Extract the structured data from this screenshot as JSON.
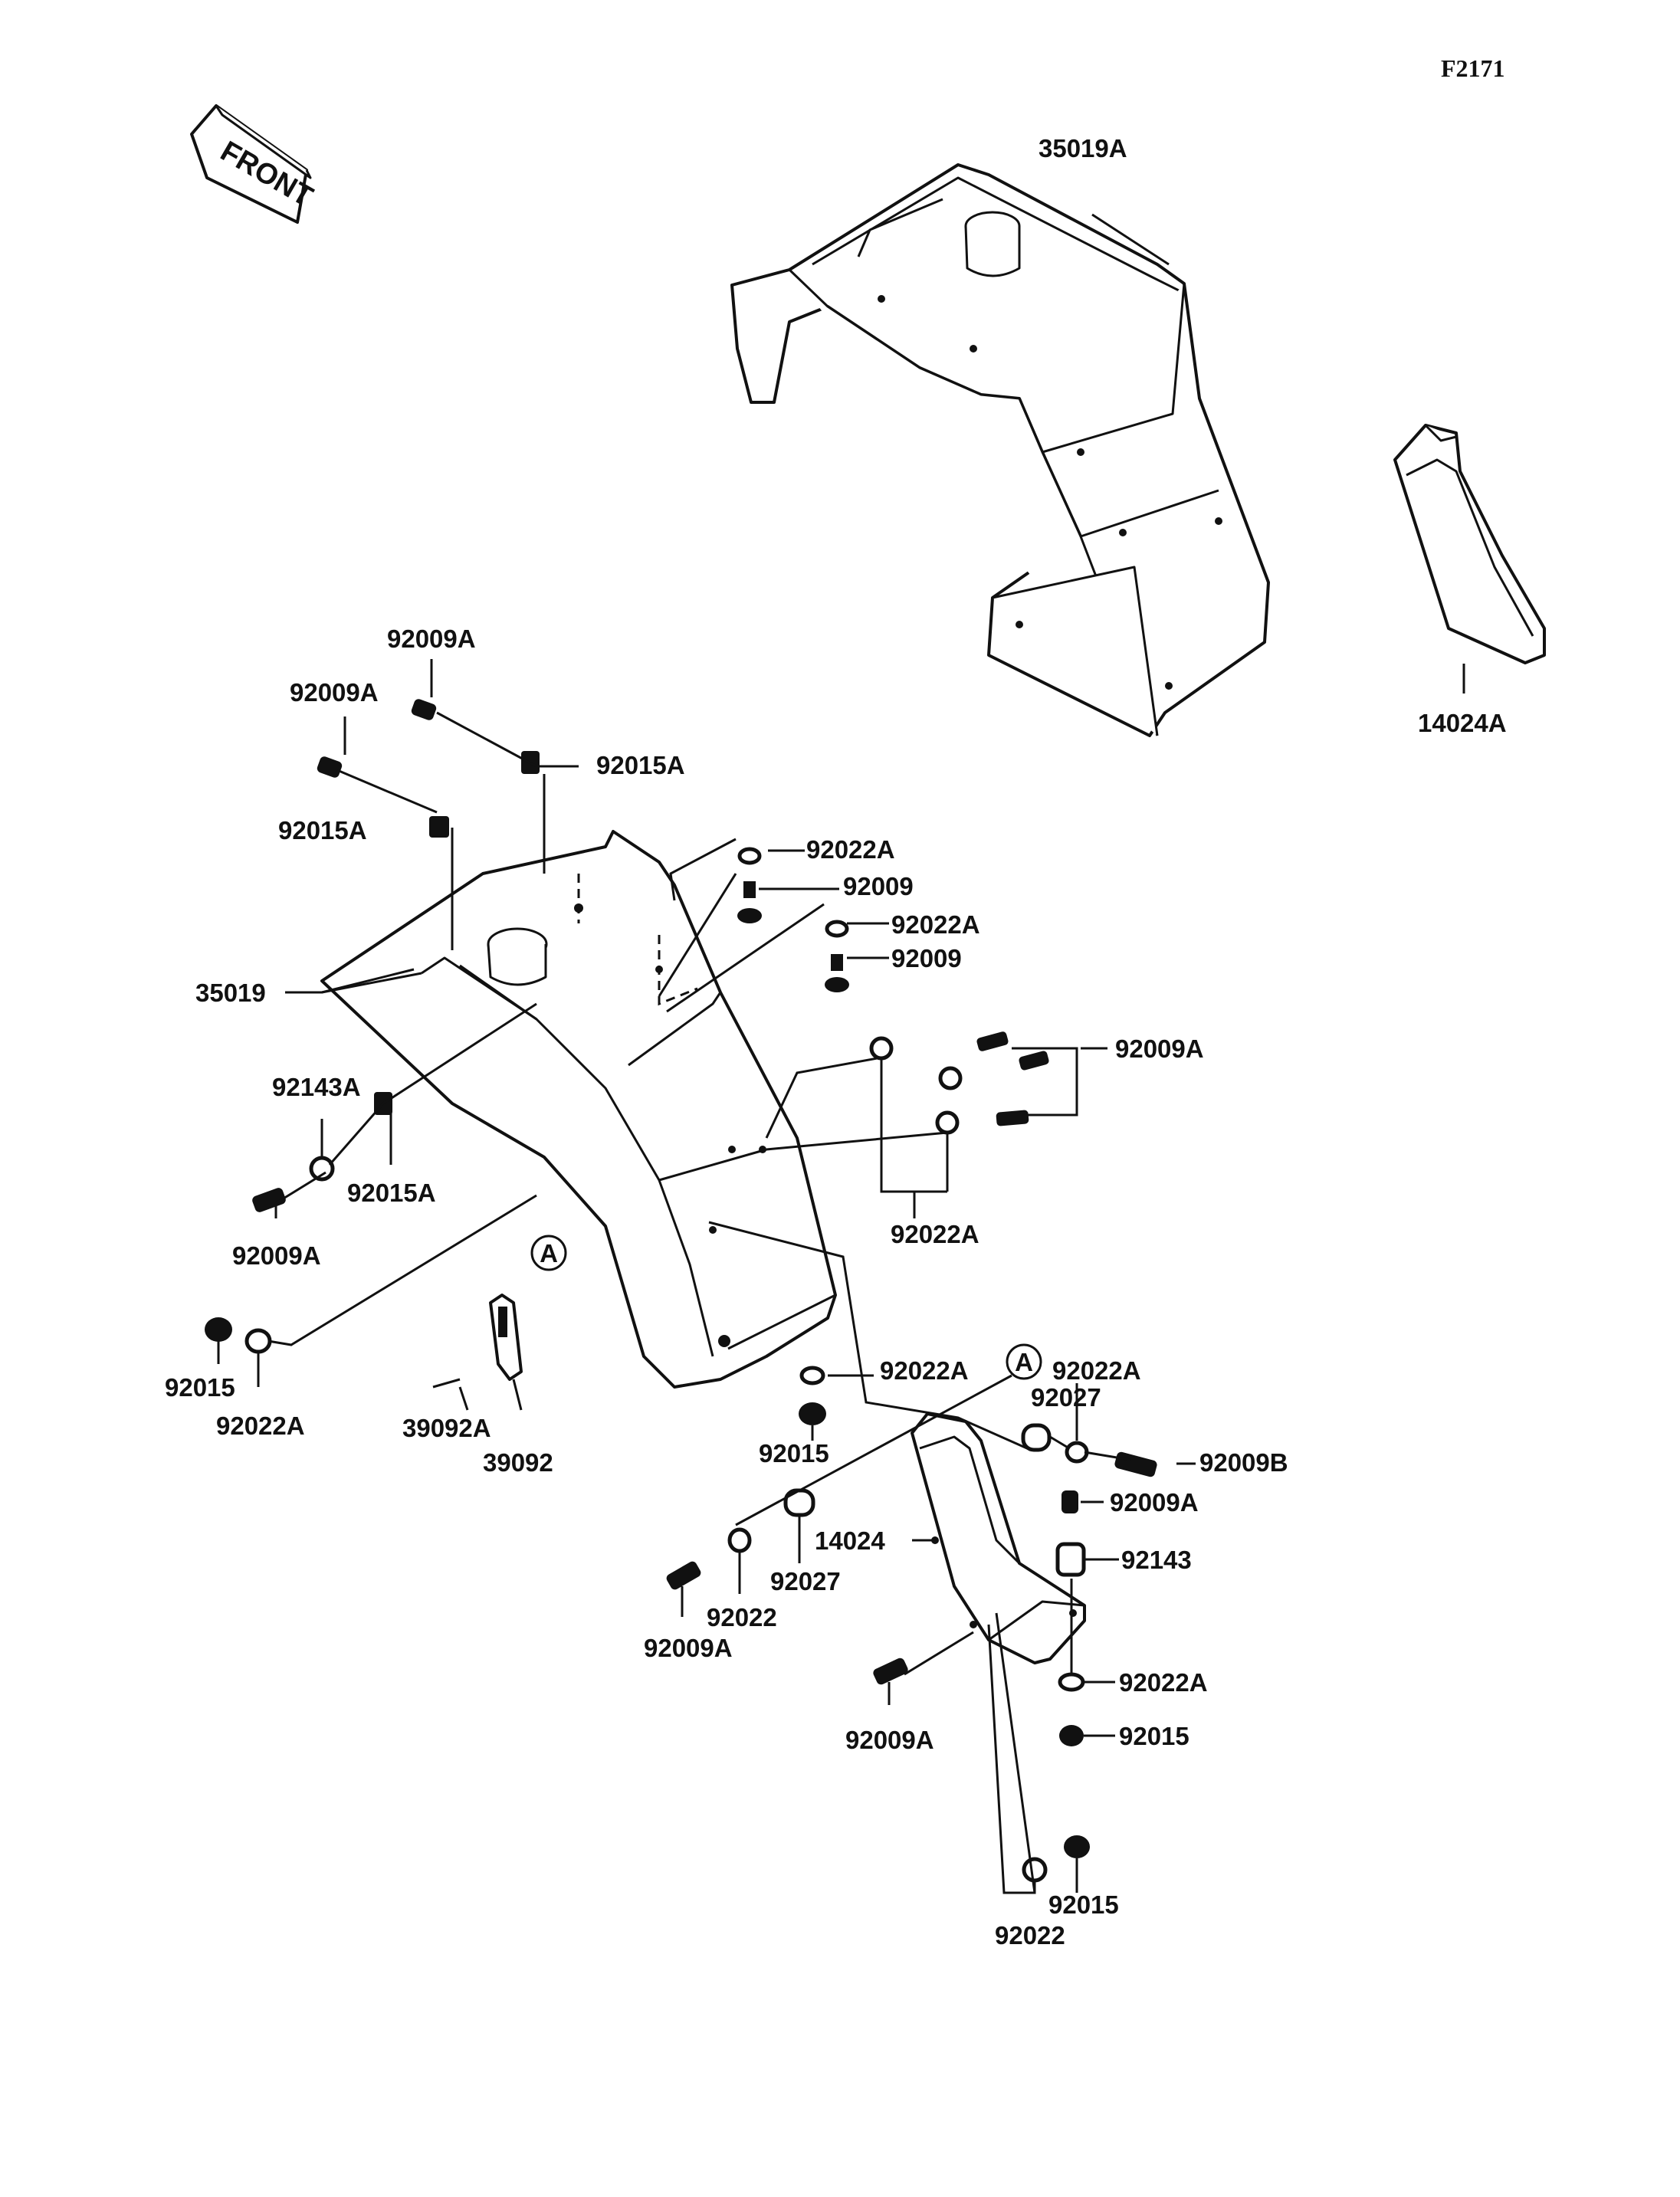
{
  "figure_id": "F2171",
  "front_label": "FRONT",
  "callout_marker": "A",
  "labels": {
    "p35019A": "35019A",
    "p14024A": "14024A",
    "p92009A_1": "92009A",
    "p92009A_2": "92009A",
    "p92015A_1": "92015A",
    "p92015A_2": "92015A",
    "p92022A_1": "92022A",
    "p92009_1": "92009",
    "p92022A_2": "92022A",
    "p92009_2": "92009",
    "p35019": "35019",
    "p92009A_3": "92009A",
    "p92143A": "92143A",
    "p92015A_3": "92015A",
    "p92022A_3": "92022A",
    "p92009A_4": "92009A",
    "p92015_1": "92015",
    "p92022A_4": "92022A",
    "p39092A": "39092A",
    "p39092": "39092",
    "p92022A_5": "92022A",
    "p92022A_6": "92022A",
    "p92027_1": "92027",
    "p92015_2": "92015",
    "p92009B": "92009B",
    "p92009A_5": "92009A",
    "p14024": "14024",
    "p92143": "92143",
    "p92027_2": "92027",
    "p92022_1": "92022",
    "p92009A_6": "92009A",
    "p92022A_7": "92022A",
    "p92009A_7": "92009A",
    "p92015_3": "92015",
    "p92015_4": "92015",
    "p92022_2": "92022"
  }
}
